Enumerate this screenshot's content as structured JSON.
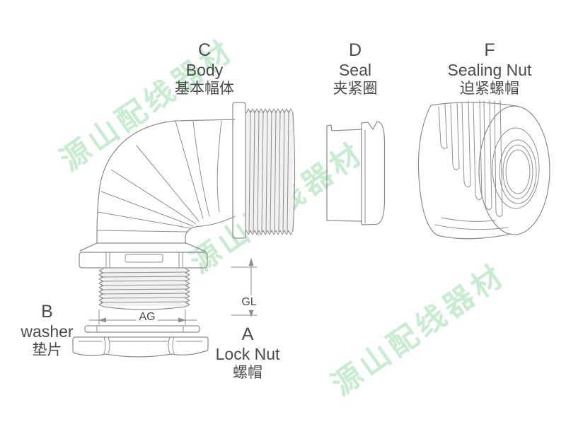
{
  "diagram": {
    "parts": [
      {
        "id": "body",
        "letter": "C",
        "name_en": "Body",
        "name_zh": "基本幅体"
      },
      {
        "id": "seal",
        "letter": "D",
        "name_en": "Seal",
        "name_zh": "夹紧圈"
      },
      {
        "id": "sealing_nut",
        "letter": "F",
        "name_en": "Sealing Nut",
        "name_zh": "迫紧螺帽"
      },
      {
        "id": "washer",
        "letter": "B",
        "name_en": "washer",
        "name_zh": "垫片"
      },
      {
        "id": "lock_nut",
        "letter": "A",
        "name_en": "Lock Nut",
        "name_zh": "螺帽"
      }
    ],
    "dimensions": {
      "ag": "AG",
      "gl": "GL"
    }
  },
  "watermark": {
    "text": "源山配线器材"
  },
  "colors": {
    "line": "#8e8e8e",
    "text": "#4b4b4b",
    "watermark_green": "#bee9c8",
    "thread_shading": "#f1f1f1",
    "background": "#ffffff"
  }
}
